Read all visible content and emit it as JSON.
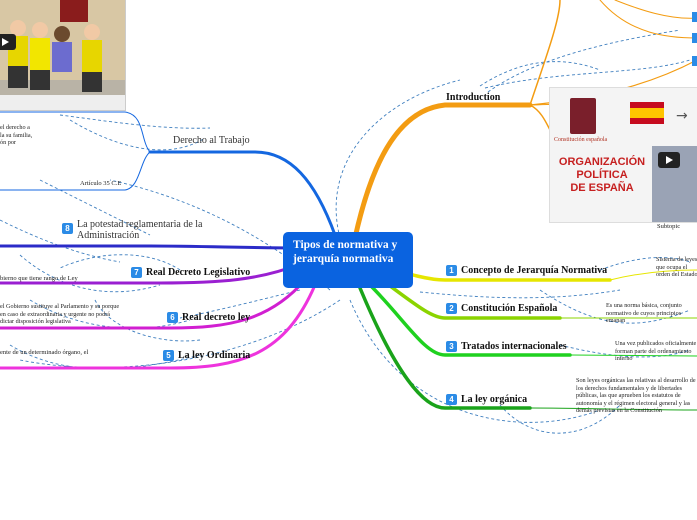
{
  "central": {
    "title": "Tipos de normativa y jerarquía normativa"
  },
  "right_branches": {
    "introduction": {
      "label": "Introduction"
    },
    "concepto": {
      "num": "1",
      "label": "Concepto de Jerarquía Normativa",
      "note": "Sistema de leyes que ocupa el orden del Estado"
    },
    "constitucion": {
      "num": "2",
      "label": "Constitución Española",
      "note": "Es una norma básica, conjunto normativo de cuyos principios emanan"
    },
    "tratados": {
      "num": "3",
      "label": "Tratados internacionales",
      "note": "Una vez publicados oficialmente forman parte del ordenamiento interno"
    },
    "organica": {
      "num": "4",
      "label": "La ley orgánica",
      "note": "Son leyes orgánicas las relativas al desarrollo de los derechos fundamentales y de libertades públicas, las que aprueben los estatutos de autonomía y el régimen electoral general y las demás previstas en la Constitución"
    }
  },
  "left_branches": {
    "derecho": {
      "label": "Derecho al Trabajo",
      "note": "el derecho a la su familia, ón por",
      "article": "Artículo 35 C.E"
    },
    "potestad": {
      "num": "8",
      "label": "La potestad reglamentaria de la Administración"
    },
    "decreto_legislativo": {
      "num": "7",
      "label": "Real Decreto Legislativo",
      "note": "bierno que tiene rango de Ley"
    },
    "decreto_ley": {
      "num": "6",
      "label": "Real decreto ley",
      "note": "el Gobierno sustituye al Parlamento y su porque en caso de extraordinaria y urgente no podrá dictar disposición legislativa"
    },
    "ordinaria": {
      "num": "5",
      "label": "La ley Ordinaria",
      "note": "ente de un determinado órgano, el"
    }
  },
  "image_card": {
    "caption": "Constitución española",
    "title_lines": [
      "ORGANIZACIÓN",
      "POLÍTICA",
      "DE ESPAÑA"
    ],
    "subtopic": "Subtopic"
  },
  "colors": {
    "central": "#0a63e0",
    "orange": "#f39c12",
    "yellow": "#e6e600",
    "lime": "#8bd400",
    "green": "#1fd11f",
    "darkgreen": "#1aa31a",
    "blue": "#1467e0",
    "navy": "#2b2bc8",
    "purple": "#9a1fd1",
    "magenta": "#d11fd1",
    "pink": "#ee33dd",
    "badge": "#2b8be6",
    "dashed": "#3f7fbf"
  }
}
